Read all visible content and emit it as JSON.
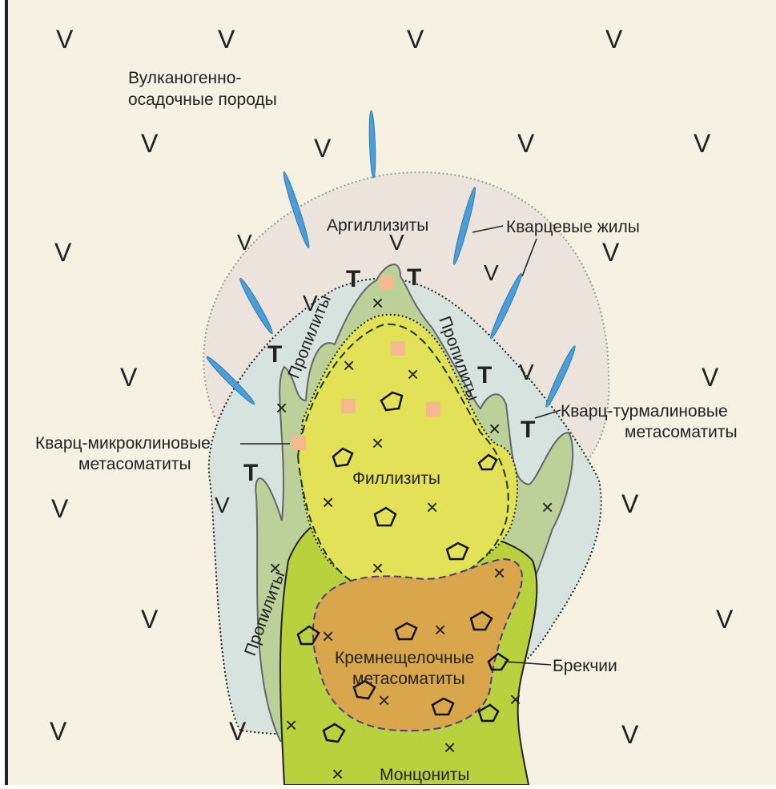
{
  "labels": {
    "volcanic": [
      "Вулканогенно-",
      "осадочные породы"
    ],
    "argillizites": "Аргиллизиты",
    "quartz_veins": "Кварцевые жилы",
    "propylites_left": "Пропилиты",
    "propylites_right": "Пропилиты",
    "propylites_bottom": "Пропилиты",
    "quartz_tourmaline": [
      "Кварц-турмалиновые",
      "метасоматиты"
    ],
    "quartz_microcline": [
      "Кварц-микроклиновые",
      "метасоматиты"
    ],
    "phyllizites": "Филлизиты",
    "silica_alkaline": [
      "Кремнещелочные",
      "метасоматиты"
    ],
    "breccias": "Брекчии",
    "monzonites": "Монцониты"
  },
  "symbols": {
    "volcanic_mark": "V",
    "tourmaline_mark": "T",
    "cross_mark": "×"
  },
  "colors": {
    "background": "#f7f1e3",
    "argillizite_zone": "#ece4dc",
    "propylite_outer": "#d6e3df",
    "propylite_inner": "#bcd19a",
    "phyllizite_zone": "#e3e157",
    "silica_alkaline_zone": "#daa64c",
    "monzonite_body": "#b8d13c",
    "quartz_vein": "#4a9fd8",
    "tourmaline": "#2a6fb0",
    "microcline": "#f4b98f"
  }
}
